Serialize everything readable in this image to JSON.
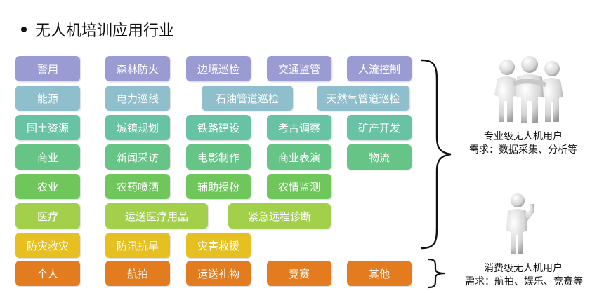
{
  "title": "无人机培训应用行业",
  "rows": [
    [
      "警用",
      "森林防火",
      "边境巡检",
      "交通监管",
      "人流控制"
    ],
    [
      "能源",
      "电力巡线",
      "石油管道巡检",
      "天然气管道巡检"
    ],
    [
      "国土资源",
      "城镇规划",
      "铁路建设",
      "考古调察",
      "矿产开发"
    ],
    [
      "商业",
      "新闻采访",
      "电影制作",
      "商业表演",
      "物流"
    ],
    [
      "农业",
      "农药喷洒",
      "辅助授粉",
      "农情监测"
    ],
    [
      "医疗",
      "运送医疗用品",
      "紧急远程诊断"
    ],
    [
      "防灾救灾",
      "防汛抗旱",
      "灾害救援"
    ],
    [
      "个人",
      "航拍",
      "运送礼物",
      "竞赛",
      "其他"
    ]
  ],
  "professional": {
    "title": "专业级无人机用户",
    "need": "需求：数据采集、分析等"
  },
  "consumer": {
    "title": "消费级无人机用户",
    "need": "需求：航拍、娱乐、竞赛等"
  },
  "colors": {
    "row0": "#9a9bd3",
    "row1": "#8fbfcc",
    "row2": "#68c3a4",
    "row3": "#66c486",
    "row4": "#6fc75c",
    "row5": "#a2d04a",
    "row6": "#e6c020",
    "row7": "#e37b1f"
  }
}
